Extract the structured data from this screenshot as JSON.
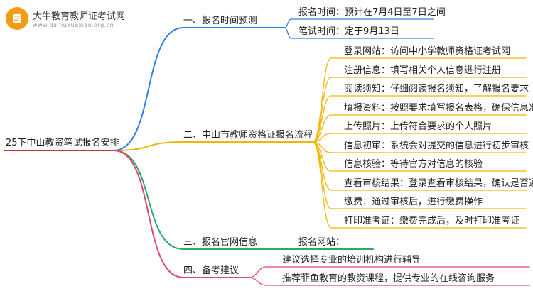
{
  "logo": {
    "title": "大牛教育教师证考试网",
    "subtitle": "www.daniuxuexiao.org.cn"
  },
  "root": "25下中山教资笔试报名安排",
  "branches": [
    {
      "label": "一、报名时间预测",
      "color": "#2f80ed",
      "children": [
        "报名时间：预计在7月4日至7日之间",
        "笔试时间：定于9月13日"
      ]
    },
    {
      "label": "二、中山市教师资格证报名流程",
      "color": "#f2b705",
      "children": [
        "登录网站：访问中小学教师资格证考试网",
        "注册信息：填写相关个人信息进行注册",
        "阅读须知：仔细阅读报名须知，了解报名要求",
        "填报资料：按照要求填写报名表格，确保信息准确",
        "上传照片：上传符合要求的个人照片",
        "信息初审：系统会对提交的信息进行初步审核",
        "信息核验：等待官方对信息的核验",
        "查看审核结果：登录查看审核结果，确认是否通过",
        "缴费：通过审核后，进行缴费操作",
        "打印准考证：缴费完成后，及时打印准考证"
      ]
    },
    {
      "label": "三、报名官网信息",
      "color": "#27ae60",
      "children": [
        "报名网站："
      ]
    },
    {
      "label": "四、备考建议",
      "color": "#e0457b",
      "children": [
        "建议选择专业的培训机构进行辅导",
        "推荐菲鱼教育的教资课程，提供专业的在线咨询服务"
      ]
    }
  ]
}
